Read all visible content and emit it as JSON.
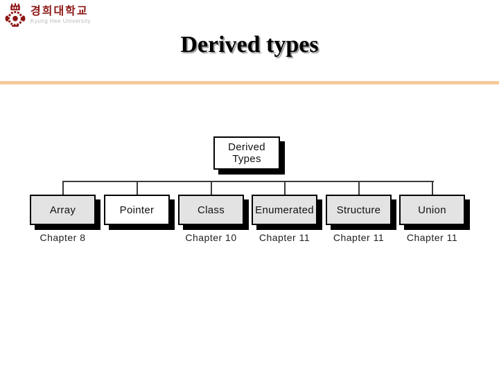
{
  "logo": {
    "university_korean": "경희대학교",
    "university_english": "Kyung Hee University",
    "brand_color": "#8D1613",
    "english_color": "#b9b9b9"
  },
  "header": {
    "title": "Derived types",
    "divider_color": "#F6CA9A"
  },
  "diagram": {
    "line_color": "#3a3a3a",
    "root": {
      "line1": "Derived",
      "line2": "Types",
      "fill": "#ffffff"
    },
    "children": [
      {
        "label": "Array",
        "fill": "#e3e3e3",
        "chapter": "Chapter 8"
      },
      {
        "label": "Pointer",
        "fill": "#ffffff",
        "chapter": ""
      },
      {
        "label": "Class",
        "fill": "#e3e3e3",
        "chapter": "Chapter 10"
      },
      {
        "label": "Enumerated",
        "fill": "#e3e3e3",
        "chapter": "Chapter 11"
      },
      {
        "label": "Structure",
        "fill": "#e3e3e3",
        "chapter": "Chapter 11"
      },
      {
        "label": "Union",
        "fill": "#e3e3e3",
        "chapter": "Chapter 11"
      }
    ]
  }
}
